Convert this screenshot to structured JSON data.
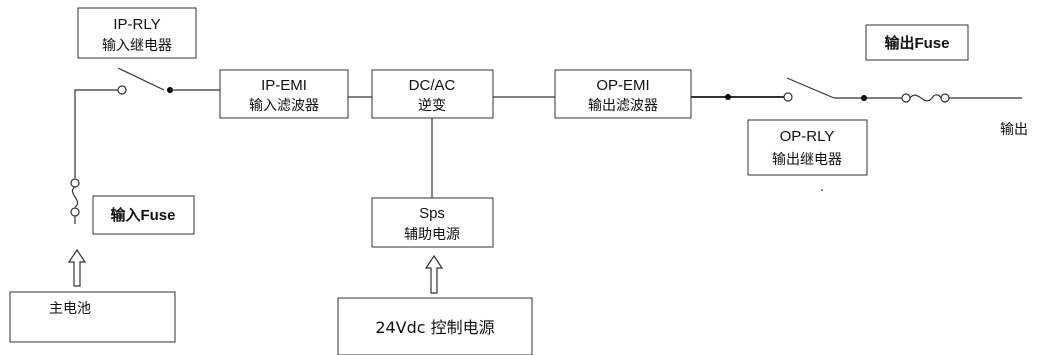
{
  "blocks": {
    "ip_rly": {
      "line1": "IP-RLY",
      "line2": "输入继电器"
    },
    "ip_emi": {
      "line1": "IP-EMI",
      "line2": "输入滤波器"
    },
    "dcac": {
      "line1": "DC/AC",
      "line2": "逆变"
    },
    "op_emi": {
      "line1": "OP-EMI",
      "line2": "输出滤波器"
    },
    "op_rly": {
      "line1": "OP-RLY",
      "line2": "输出继电器"
    },
    "out_fuse": {
      "label": "输出Fuse"
    },
    "in_fuse": {
      "label": "输入Fuse"
    },
    "sps": {
      "line1": "Sps",
      "line2": "辅助电源"
    },
    "battery": {
      "label": "主电池"
    },
    "ctrl_power": {
      "label": "24Vdc 控制电源"
    }
  },
  "output_label": "输出"
}
